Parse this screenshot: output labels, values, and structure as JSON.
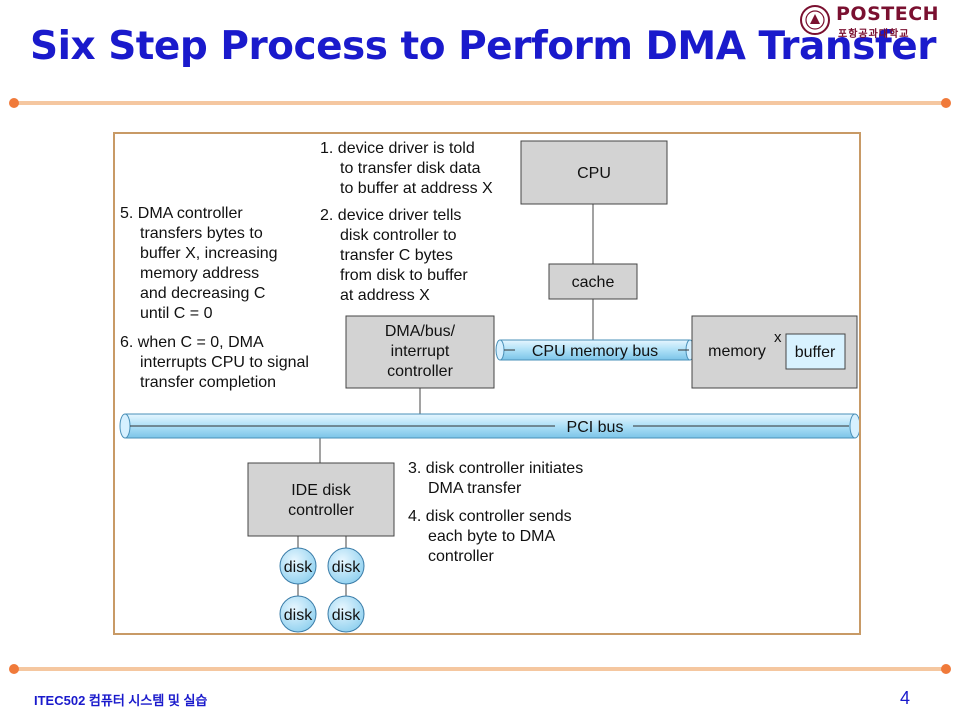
{
  "slide": {
    "title": "Six Step Process to Perform DMA Transfer",
    "footer_course": "ITEC502 컴퓨터 시스템 및 실습",
    "page_number": "4"
  },
  "logo": {
    "wordmark": "POSTECH",
    "subtext": "포항공과대학교"
  },
  "diagram": {
    "components": {
      "cpu": "CPU",
      "cache": "cache",
      "dma_controller": [
        "DMA/bus/",
        "interrupt",
        "controller"
      ],
      "memory": "memory",
      "buffer": "buffer",
      "buffer_address": "x",
      "ide_controller": [
        "IDE disk",
        "controller"
      ],
      "disks": [
        "disk",
        "disk",
        "disk",
        "disk"
      ]
    },
    "buses": {
      "cpu_memory_bus": "CPU memory bus",
      "pci_bus": "PCI bus"
    },
    "steps": {
      "step1": [
        "1. device driver is told",
        "to transfer disk data",
        "to buffer at address X"
      ],
      "step2": [
        "2. device driver tells",
        "disk controller to",
        "transfer C bytes",
        "from disk to buffer",
        "at address X"
      ],
      "step3": [
        "3. disk controller initiates",
        "DMA transfer"
      ],
      "step4": [
        "4. disk controller sends",
        "each byte to DMA",
        "controller"
      ],
      "step5": [
        "5. DMA controller",
        "transfers bytes to",
        "buffer X, increasing",
        "memory address",
        "and decreasing C",
        "until C = 0"
      ],
      "step6": [
        "6. when C = 0, DMA",
        "interrupts CPU to signal",
        "transfer completion"
      ]
    }
  }
}
